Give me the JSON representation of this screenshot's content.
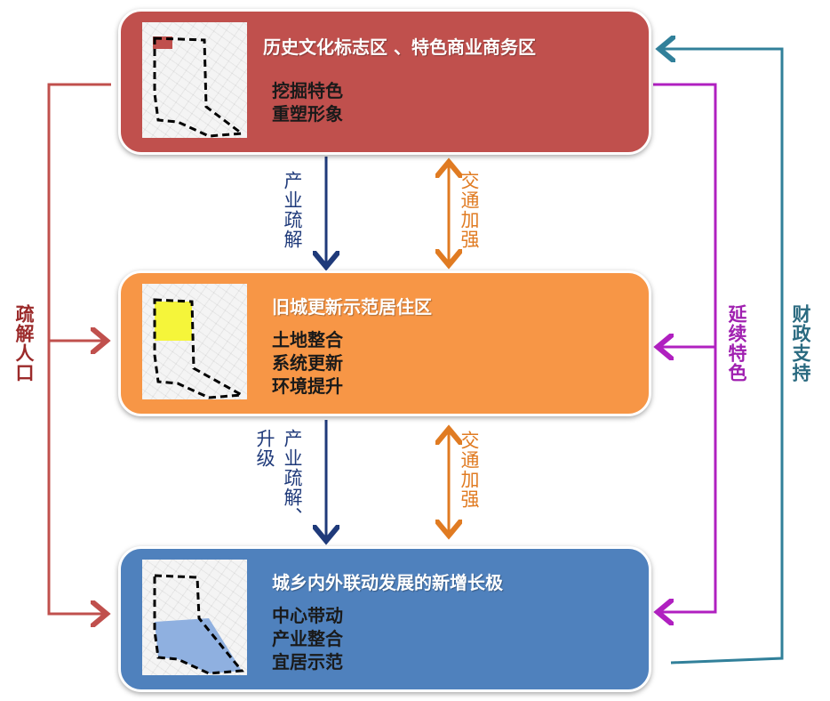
{
  "boxes": [
    {
      "title": "历史文化标志区 、特色商业商务区",
      "lines": [
        "挖掘特色",
        "重塑形象"
      ],
      "color": "#c0504d",
      "highlight": "#c0504d"
    },
    {
      "title": "旧城更新示范居住区",
      "lines": [
        "土地整合",
        "系统更新",
        "环境提升"
      ],
      "color": "#f79646",
      "highlight": "#f5f53a"
    },
    {
      "title": "城乡内外联动发展的新增长极",
      "lines": [
        "中心带动",
        "产业整合",
        "宜居示范"
      ],
      "color": "#4f81bd",
      "highlight": "#8fb0e0"
    }
  ],
  "connectors": {
    "industry_1": "产业疏解",
    "traffic_1": "交通加强",
    "industry_2": "产业疏解、",
    "upgrade_2": "升级",
    "traffic_2": "交通加强",
    "left": "疏解人口",
    "right_inner": "延续特色",
    "right_outer": "财政支持"
  },
  "colors": {
    "blue_arrow": "#1f3a7a",
    "orange_arrow": "#e07b22",
    "red_line": "#c0504d",
    "magenta_line": "#b020c0",
    "teal_line": "#31809a"
  }
}
